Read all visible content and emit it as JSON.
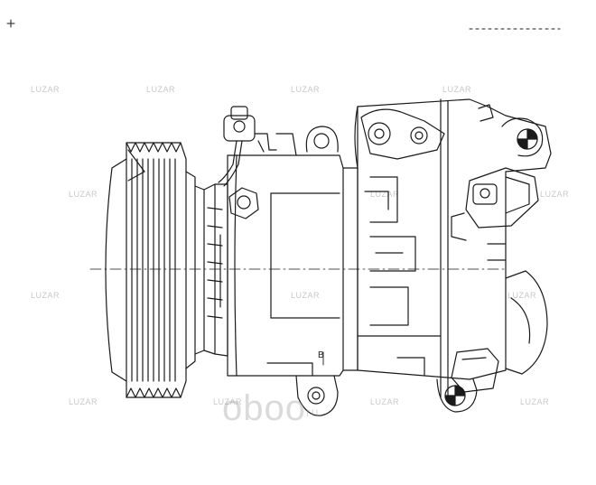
{
  "watermark": {
    "small": "LUZAR",
    "large": "oboo",
    "tld": "ru"
  },
  "callout_label": "B",
  "colors": {
    "line": "#1a1a1a",
    "background": "#ffffff",
    "watermark": "#c8c8c8"
  }
}
